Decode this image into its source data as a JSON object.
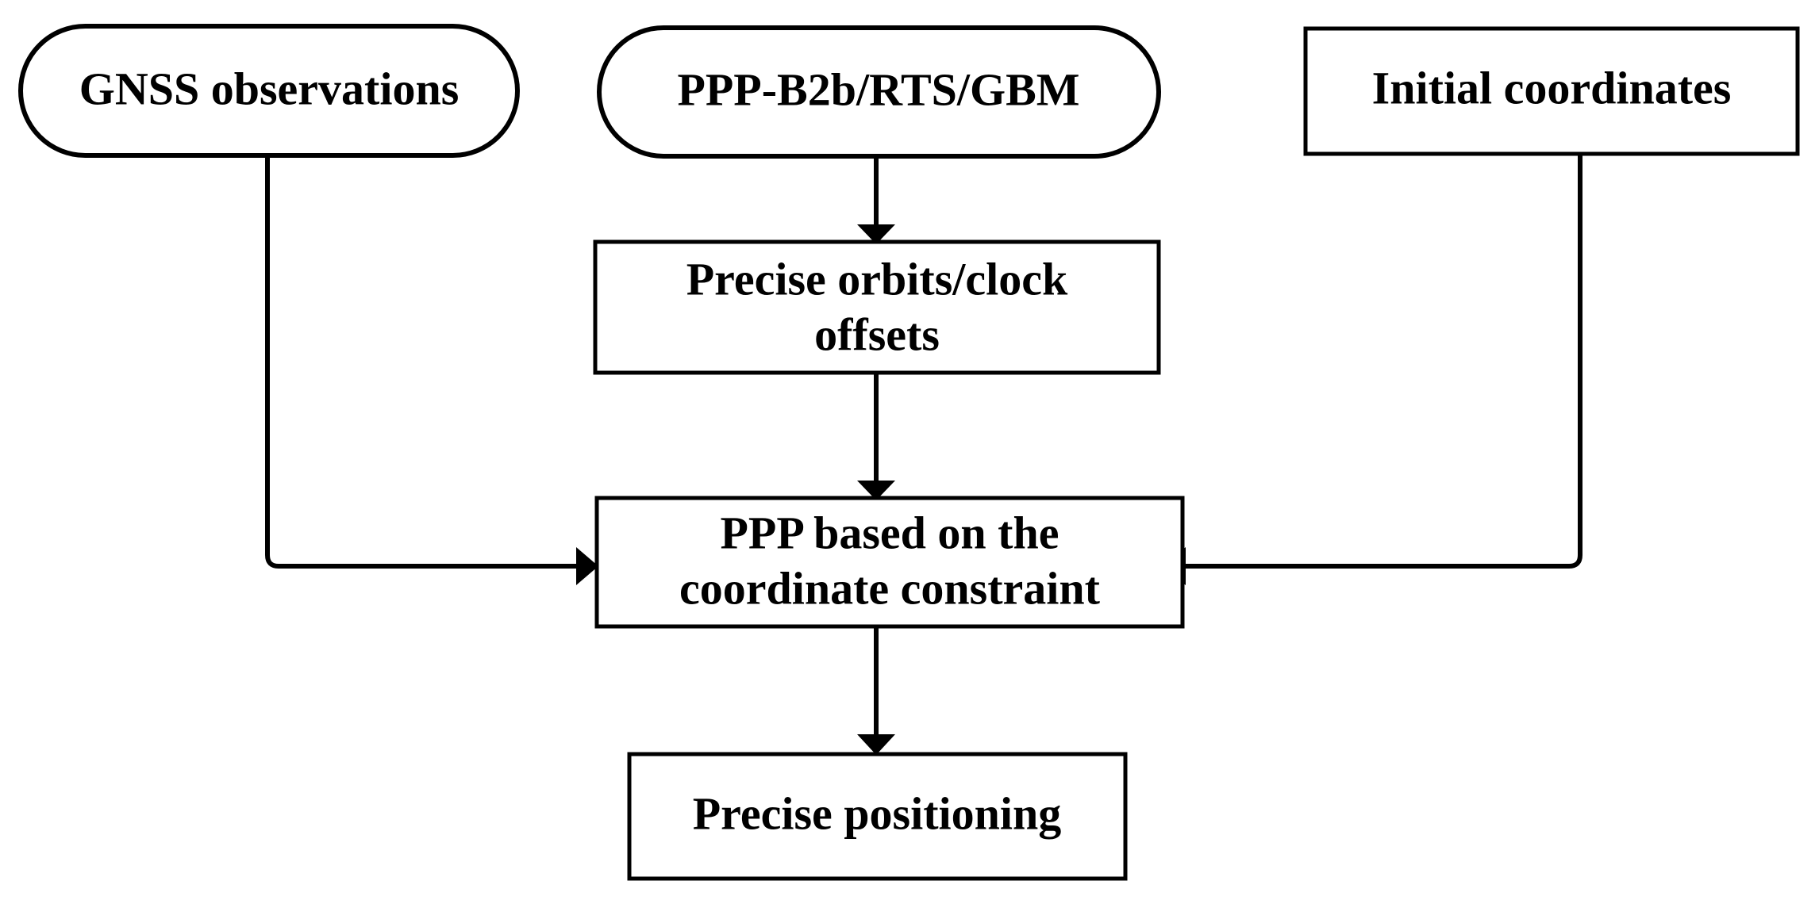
{
  "diagram": {
    "title": "PPP based on coordinate constraint workflow",
    "background_color": "#ffffff",
    "line_color": "#000000",
    "text_color": "#000000",
    "nodes": [
      {
        "id": "gnss-observations",
        "shape": "stadium",
        "label": "GNSS observations",
        "lines": [
          "GNSS observations"
        ]
      },
      {
        "id": "ppp-b2b-rts-gbm",
        "shape": "stadium",
        "label": "PPP-B2b/RTS/GBM",
        "lines": [
          "PPP-B2b/RTS/GBM"
        ]
      },
      {
        "id": "initial-coordinates",
        "shape": "rectangle",
        "label": "Initial coordinates",
        "lines": [
          "Initial coordinates"
        ]
      },
      {
        "id": "precise-orbits-clock-offsets",
        "shape": "rectangle",
        "label": "Precise orbits/clock offsets",
        "lines": [
          "Precise orbits/clock",
          "offsets"
        ]
      },
      {
        "id": "ppp-coordinate-constraint",
        "shape": "rectangle",
        "label": "PPP based on the coordinate constraint",
        "lines": [
          "PPP based on the",
          "coordinate constraint"
        ]
      },
      {
        "id": "precise-positioning",
        "shape": "rectangle",
        "label": "Precise positioning",
        "lines": [
          "Precise positioning"
        ]
      }
    ],
    "edges": [
      {
        "id": "edge-products-to-orbits",
        "from": "ppp-b2b-rts-gbm",
        "to": "precise-orbits-clock-offsets",
        "route": "straight-down",
        "arrow": "down"
      },
      {
        "id": "edge-orbits-to-ppp",
        "from": "precise-orbits-clock-offsets",
        "to": "ppp-coordinate-constraint",
        "route": "straight-down",
        "arrow": "down"
      },
      {
        "id": "edge-gnss-to-ppp",
        "from": "gnss-observations",
        "to": "ppp-coordinate-constraint",
        "route": "down-then-right",
        "arrow": "right"
      },
      {
        "id": "edge-initial-to-ppp",
        "from": "initial-coordinates",
        "to": "ppp-coordinate-constraint",
        "route": "down-then-left",
        "arrow": "left"
      },
      {
        "id": "edge-ppp-to-positioning",
        "from": "ppp-coordinate-constraint",
        "to": "precise-positioning",
        "route": "straight-down",
        "arrow": "down"
      }
    ]
  }
}
